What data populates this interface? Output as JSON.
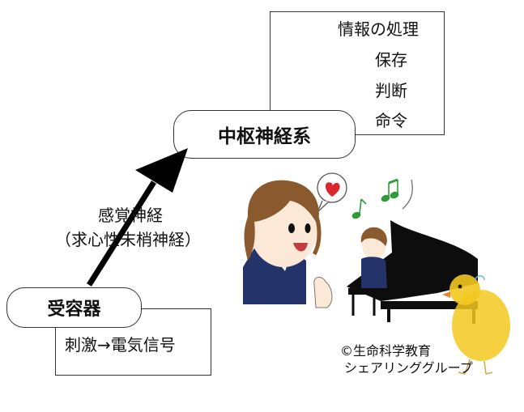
{
  "cns": {
    "label": "中枢神経系",
    "functions": [
      "情報の処理",
      "保存",
      "判断",
      "命令"
    ]
  },
  "nerve": {
    "line1": "感覚神経",
    "line2": "（求心性末梢神経）"
  },
  "receptor": {
    "label": "受容器",
    "description": "刺激→電気信号"
  },
  "credit": {
    "line1": "©生命科学教育",
    "line2": "シェアリンググループ"
  },
  "colors": {
    "arrow": "#000000",
    "border": "#333333",
    "heart": "#d9272e",
    "note": "#2f9b3a",
    "chick": "#f3c81e",
    "jacket": "#24346a",
    "hair": "#8a5a2e",
    "piano": "#0d0d0d"
  },
  "icons": [
    "heart-icon",
    "music-note-icon",
    "grand-piano",
    "chick-illustration"
  ]
}
